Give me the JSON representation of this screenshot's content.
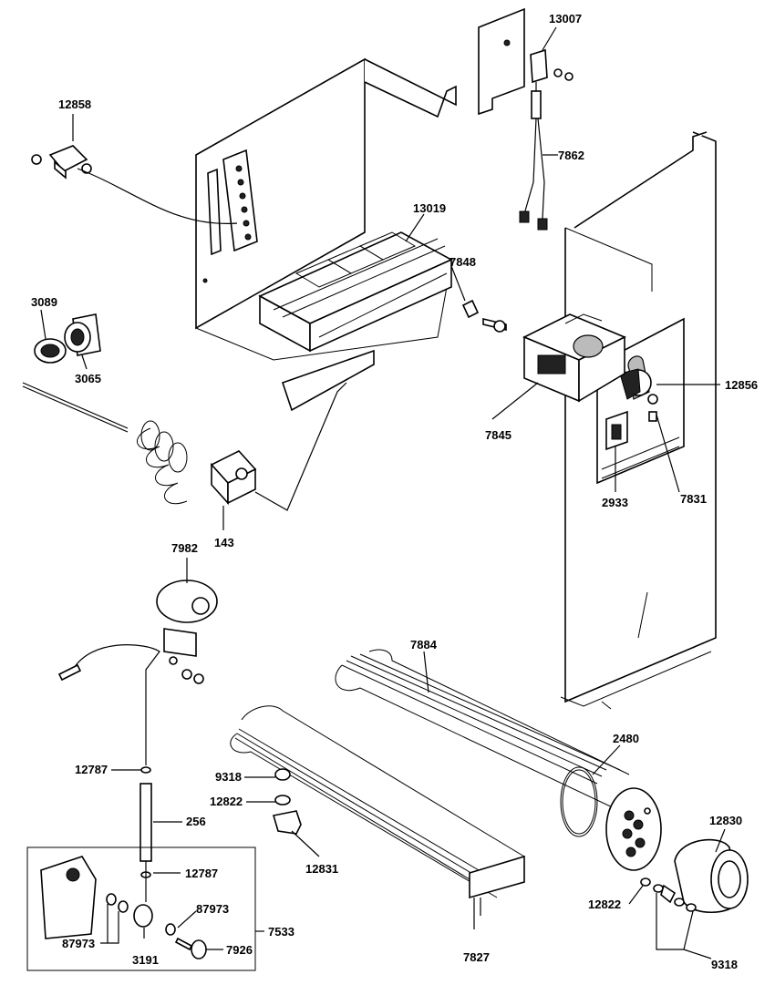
{
  "labels": {
    "p13007": "13007",
    "p12858": "12858",
    "p7862": "7862",
    "p13019": "13019",
    "p7848": "7848",
    "p3089": "3089",
    "p3065": "3065",
    "p12856": "12856",
    "p7845": "7845",
    "p2933": "2933",
    "p7831": "7831",
    "p143": "143",
    "p7982": "7982",
    "p7884": "7884",
    "p2480": "2480",
    "p12787a": "12787",
    "p256": "256",
    "p12787b": "12787",
    "p9318a": "9318",
    "p12822a": "12822",
    "p12831": "12831",
    "p12830": "12830",
    "p12822b": "12822",
    "p9318b": "9318",
    "p87973a": "87973",
    "p87973b": "87973",
    "p7533": "7533",
    "p3191": "3191",
    "p7926": "7926",
    "p7827": "7827"
  }
}
